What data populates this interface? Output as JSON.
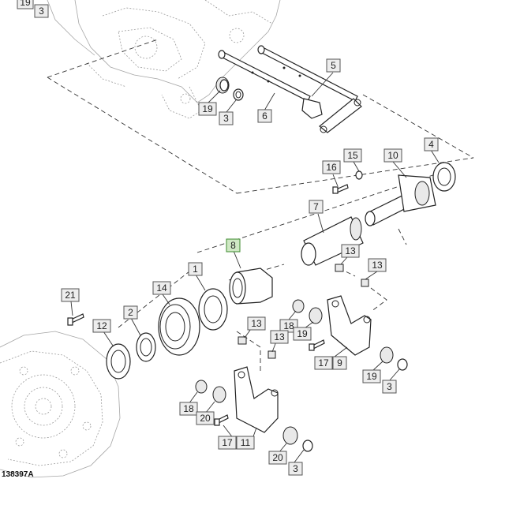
{
  "figure": {
    "reference_code": "138397A"
  },
  "callouts": [
    {
      "label": "19"
    },
    {
      "label": "3"
    },
    {
      "label": "5"
    },
    {
      "label": "19"
    },
    {
      "label": "3"
    },
    {
      "label": "6"
    },
    {
      "label": "15"
    },
    {
      "label": "10"
    },
    {
      "label": "4"
    },
    {
      "label": "16"
    },
    {
      "label": "7"
    },
    {
      "label": "8",
      "highlight": true
    },
    {
      "label": "13"
    },
    {
      "label": "13"
    },
    {
      "label": "1"
    },
    {
      "label": "14"
    },
    {
      "label": "21"
    },
    {
      "label": "2"
    },
    {
      "label": "12"
    },
    {
      "label": "13"
    },
    {
      "label": "18"
    },
    {
      "label": "19"
    },
    {
      "label": "13"
    },
    {
      "label": "17"
    },
    {
      "label": "9"
    },
    {
      "label": "19"
    },
    {
      "label": "3"
    },
    {
      "label": "18"
    },
    {
      "label": "20"
    },
    {
      "label": "17"
    },
    {
      "label": "11"
    },
    {
      "label": "20"
    },
    {
      "label": "3"
    }
  ]
}
